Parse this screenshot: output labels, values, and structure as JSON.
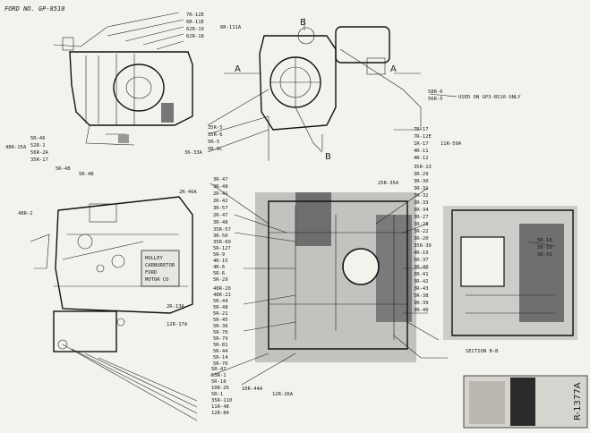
{
  "title": "FORD NO. GP-8510",
  "section_marks": {
    "a_left": "A",
    "a_right": "A",
    "b_top": "B",
    "b_bottom": "B"
  },
  "section_label": "SECTION B-B",
  "note": "USED ON GP3-8510 ONLY",
  "brand_plate": [
    "HOLLEY",
    "CARBURETOR",
    "FORD",
    "MOTOR CO"
  ],
  "doc_number": "R-1377A",
  "colors": {
    "paper": "#f4f2ec",
    "ink": "#1a1a1a",
    "shade": "#8c8c8c"
  },
  "labels_top": [
    "7R-12E",
    "6R-11E",
    "62R-19",
    "62R-18",
    "6R-111A"
  ],
  "labels_mid_right": [
    "7R-17",
    "7R-12E",
    "1R-17",
    "11R-59A",
    "4R-11",
    "4R-12"
  ],
  "labels_ref": [
    "58R-6",
    "56R-5"
  ],
  "labels_left_mid": [
    "5R-4B",
    "48R-15A",
    "5R-46",
    "52R-1",
    "56R-2A",
    "35R-17"
  ],
  "labels_center_top": [
    "35R-5",
    "35R-6",
    "5R-5",
    "5R-9C",
    "36-33A"
  ],
  "labels_center_block": [
    "3R-47",
    "3R-48",
    "2R-41",
    "2R-42",
    "3R-57",
    "2R-47",
    "3R-48",
    "2R-46A"
  ],
  "labels_left_assembly": [
    "5R-4B",
    "48R-2"
  ],
  "labels_center_col": [
    "35R-57",
    "3R-50",
    "35R-60",
    "5R-127",
    "5R-9",
    "4R-15",
    "4R-6",
    "5R-6",
    "5R-29"
  ],
  "labels_center_low": [
    "48R-20",
    "48R-21",
    "5R-44",
    "5R-48",
    "5R-21",
    "5R-45",
    "5R-36",
    "5R-70",
    "5R-79",
    "5R-81",
    "5R-44",
    "5R-14",
    "5R-70"
  ],
  "labels_bottom_left": [
    "5R-47",
    "53R-1",
    "5R-18",
    "10R-26",
    "5R-1",
    "35R-110",
    "11R-48",
    "12R-84"
  ],
  "labels_bottom_center": [
    "10R-44A",
    "12R-26A"
  ],
  "labels_right_col": [
    "25R-35A",
    "35R-13",
    "3R-29",
    "3R-30",
    "3R-31",
    "3R-32",
    "3R-33",
    "3R-34",
    "3R-27",
    "3R-28",
    "3R-22",
    "3R-20",
    "35R-39",
    "4R-19",
    "5R-37",
    "3R-40",
    "3R-41",
    "3R-42",
    "3R-43",
    "5R-38",
    "3R-39",
    "3R-40"
  ],
  "labels_far_right": [
    "5R-18",
    "5R-19",
    "5R-33"
  ],
  "labels_left_lower": [
    "2R-13A",
    "12R-17A"
  ]
}
